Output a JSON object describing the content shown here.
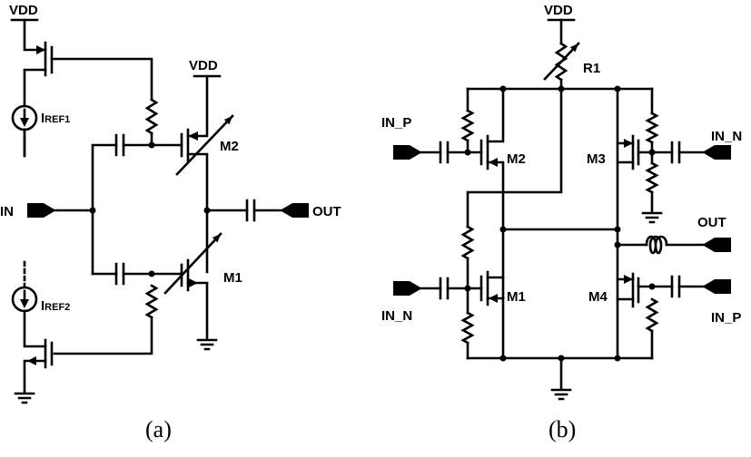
{
  "figure_a": {
    "caption": "(a)",
    "vdd_top": "VDD",
    "vdd_m2": "VDD",
    "iref1": {
      "main": "I",
      "sub": "REF1"
    },
    "iref2": {
      "main": "I",
      "sub": "REF2"
    },
    "in": "IN",
    "out": "OUT",
    "m1": "M1",
    "m2": "M2"
  },
  "figure_b": {
    "caption": "(b)",
    "vdd": "VDD",
    "r1": "R1",
    "in_p_left": "IN_P",
    "in_n_left": "IN_N",
    "in_n_right": "IN_N",
    "in_p_right": "IN_P",
    "out": "OUT",
    "m1": "M1",
    "m2": "M2",
    "m3": "M3",
    "m4": "M4"
  },
  "colors": {
    "ink": "#000000",
    "background": "#ffffff"
  }
}
